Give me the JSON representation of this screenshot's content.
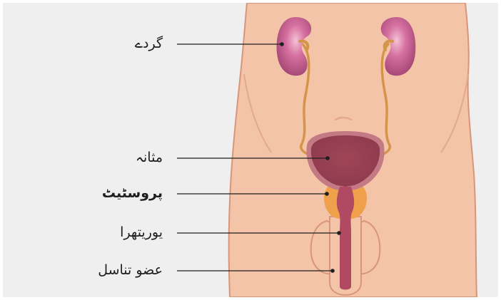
{
  "diagram": {
    "labels": {
      "kidneys": "گردے",
      "bladder": "مثانہ",
      "prostate": "پروسٹیٹ",
      "urethra": "یوریتھرا",
      "penis": "عضو تناسل"
    },
    "colors": {
      "background": "#efefef",
      "skin": "#f3c4a8",
      "skin_outline": "#d9957a",
      "kidney": "#c45a8a",
      "kidney_highlight": "#f0b8cf",
      "ureter": "#d4954a",
      "bladder": "#a84a5c",
      "bladder_rim": "#c47a85",
      "prostate": "#f0a04a",
      "urethra": "#b04a62",
      "leader_line": "#1e1e1e"
    }
  }
}
